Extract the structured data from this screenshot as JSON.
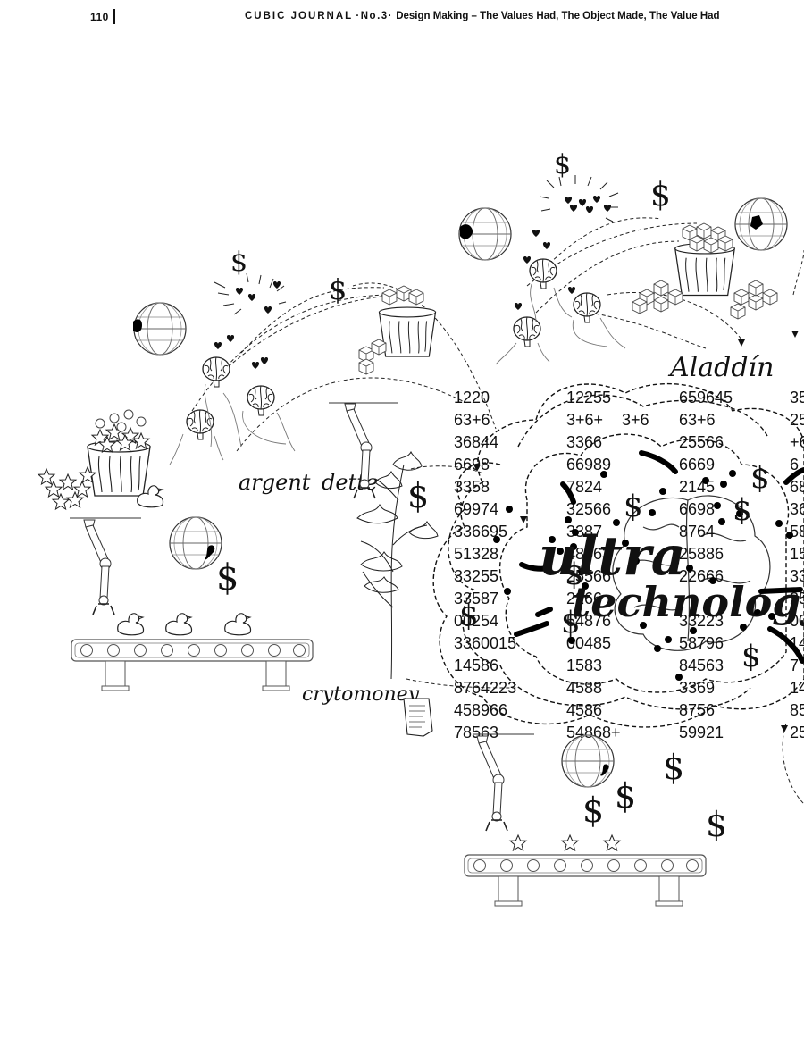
{
  "header": {
    "page_number": "110",
    "journal": "CUBIC JOURNAL",
    "issue": "·No.3·",
    "title": "Design Making – The Values Had, The Object Made, The Value Had"
  },
  "labels": {
    "argent": "argent",
    "dette": "dette",
    "crytomoney": "crytomoney",
    "aladdin": "Aladdín",
    "ultra": "ultra",
    "technology": "technology",
    "dollar": "$"
  },
  "number_columns": [
    [
      "1220",
      "63+6",
      "36844",
      "6698",
      "3358",
      "69974",
      "336695",
      "51328",
      "33255",
      "33587",
      "00254",
      "3360015",
      "14586",
      "8764223",
      "458966",
      "78563"
    ],
    [
      "12255",
      "3+6+",
      "3366",
      "66989",
      "7824",
      "32566",
      "3387",
      "48563",
      "25566",
      "2266",
      "54876",
      "00485",
      "1583",
      "4588",
      "4586",
      "54868+"
    ],
    [
      "659645",
      "63+6",
      "25566",
      "6669",
      "2145",
      "6698",
      "8764",
      "25886",
      "22666",
      "",
      "33223",
      "58796",
      "84563",
      "3369",
      "8756",
      "59921"
    ],
    [
      "35",
      "25",
      "+6",
      "6",
      "68",
      "36",
      "58",
      "15",
      "33",
      "25",
      "00",
      "14",
      "7",
      "14",
      "85",
      "25"
    ]
  ],
  "extra_numbers": {
    "col2_plus": "3+6"
  },
  "icons": [
    "globe-icon",
    "brain-icon",
    "bucket-icon",
    "robot-arm-icon",
    "conveyor-belt-icon",
    "tree-icon",
    "receipt-icon",
    "dollar-icon",
    "heart-icon",
    "star-icon",
    "duck-icon"
  ]
}
